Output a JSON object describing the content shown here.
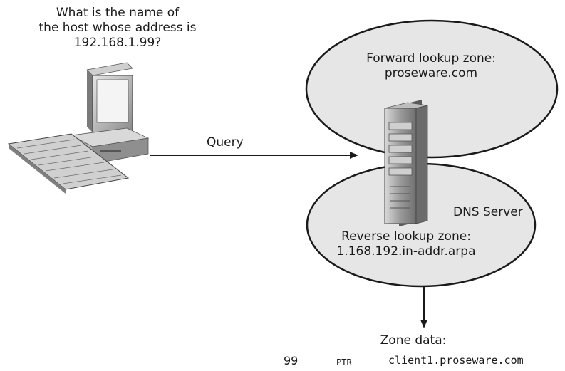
{
  "client": {
    "question_lines": [
      "What is the name of",
      "the host whose address is",
      "192.168.1.99?"
    ]
  },
  "query": {
    "label": "Query"
  },
  "server": {
    "label": "DNS Server",
    "forward_zone": {
      "title": "Forward lookup zone:",
      "name": "proseware.com"
    },
    "reverse_zone": {
      "title": "Reverse lookup zone:",
      "name": "1.168.192.in-addr.arpa"
    }
  },
  "zone_data": {
    "title": "Zone data:",
    "record": {
      "host": "99",
      "type": "PTR",
      "target": "client1.proseware.com"
    }
  }
}
